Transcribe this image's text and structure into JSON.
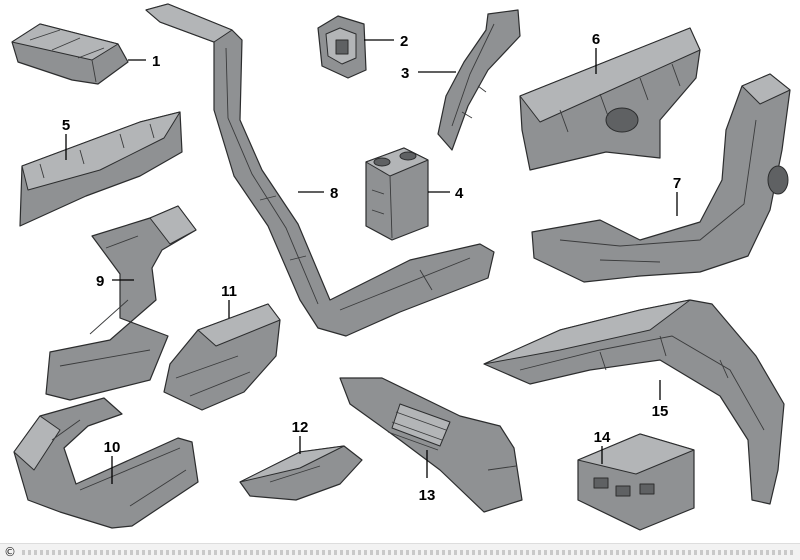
{
  "diagram": {
    "labels": {
      "p1": "1",
      "p2": "2",
      "p3": "3",
      "p4": "4",
      "p5": "5",
      "p6": "6",
      "p7": "7",
      "p8": "8",
      "p9": "9",
      "p10": "10",
      "p11": "11",
      "p12": "12",
      "p13": "13",
      "p14": "14",
      "p15": "15"
    },
    "colors": {
      "part_fill": "#8f9193",
      "part_outline": "#2c2d2e",
      "background": "#ffffff"
    }
  },
  "footer": {
    "copyright_icon": "©"
  }
}
